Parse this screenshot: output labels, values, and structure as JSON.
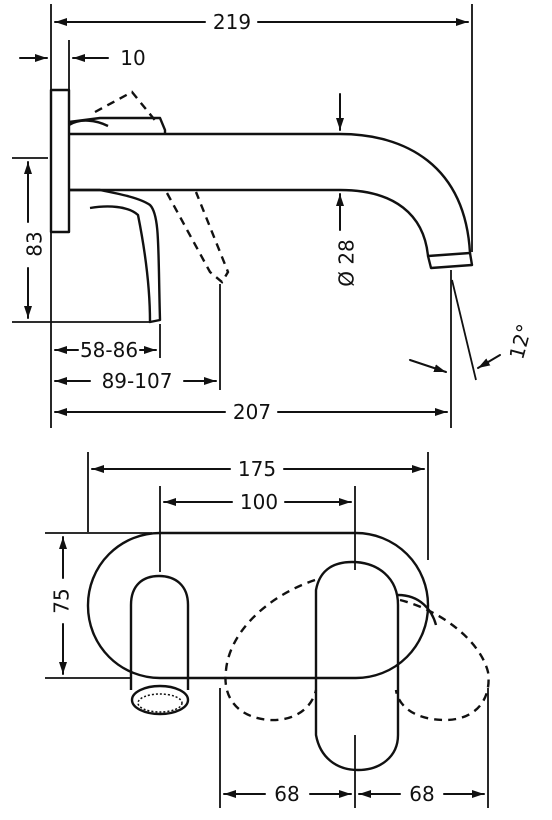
{
  "side_view": {
    "overall_length": "219",
    "plate_thickness": "10",
    "height": "83",
    "lever_range_a": "58-86",
    "lever_range_b": "89-107",
    "spout_projection": "207",
    "spout_diameter": "Ø 28",
    "outlet_angle": "12°"
  },
  "front_view": {
    "plate_width": "175",
    "center_distance": "100",
    "plate_height": "75",
    "lever_swing_left": "68",
    "lever_swing_right": "68"
  }
}
